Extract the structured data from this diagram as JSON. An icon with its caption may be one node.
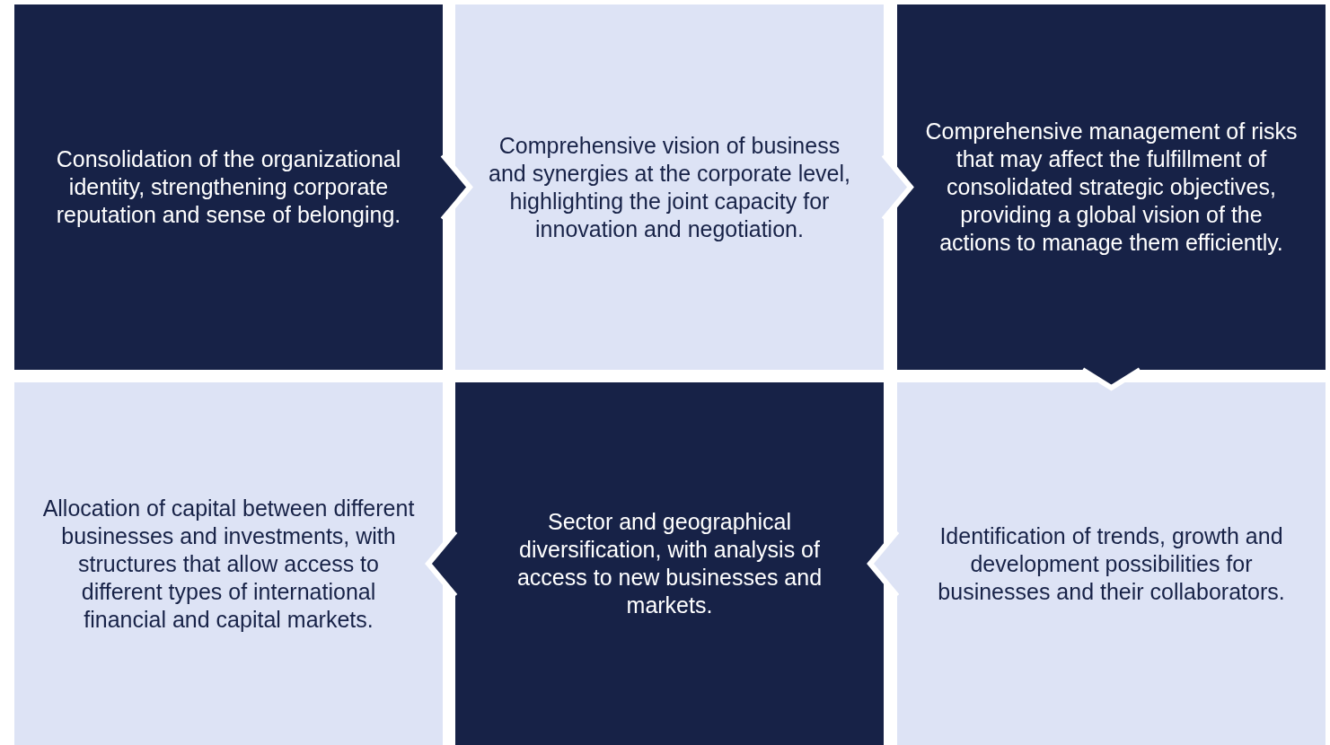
{
  "diagram": {
    "nodes": [
      {
        "text": [
          "Consolidation of the organizational identity, strengthening corporate reputation and sense of belonging."
        ]
      },
      {
        "text": [
          "Comprehensive vision of business and synergies at the corporate level, highlighting the joint capacity for innovation and negotiation."
        ]
      },
      {
        "text": [
          "Comprehensive management of risks that may affect the fulfillment of consolidated strategic objectives, providing a global vision of the actions to manage them efficiently."
        ]
      },
      {
        "text": [
          "Allocation of capital between different businesses and investments, with structures that allow access to different types of international financial and capital markets."
        ]
      },
      {
        "text": [
          "Sector and geographical diversification, with analysis of access to new businesses and markets."
        ]
      },
      {
        "text": [
          "Identification of trends, growth and development possibilities for businesses and their collaborators."
        ]
      }
    ],
    "edges": [
      {
        "from": 0,
        "to": 1,
        "arrow": "to"
      },
      {
        "from": 1,
        "to": 2,
        "arrow": "to"
      },
      {
        "from": 2,
        "to": 5,
        "arrow": "to"
      },
      {
        "from": 5,
        "to": 4,
        "arrow": "to"
      },
      {
        "from": 4,
        "to": 3,
        "arrow": "to"
      }
    ]
  }
}
